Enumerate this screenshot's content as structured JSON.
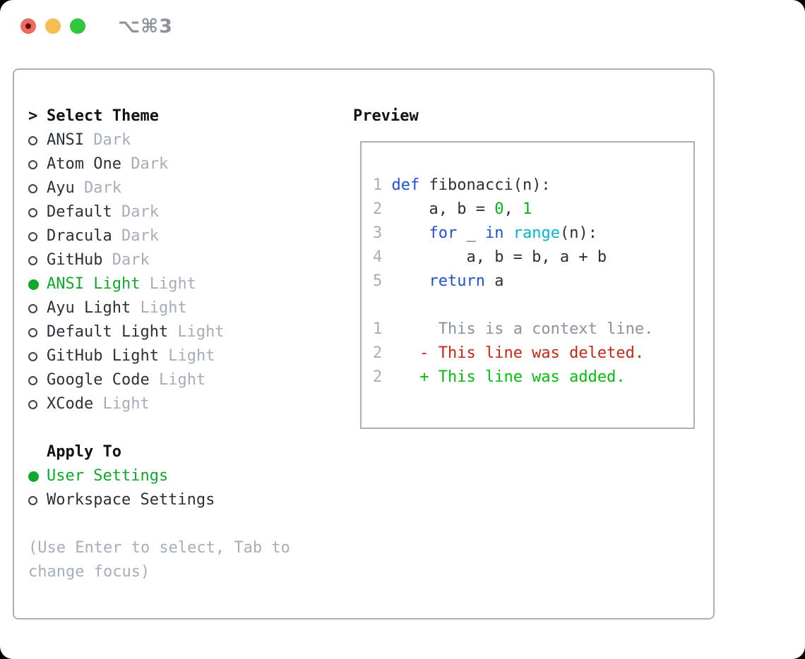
{
  "titlebar": {
    "shortcut": "⌥⌘3",
    "buttons": [
      "close",
      "minimize",
      "zoom"
    ]
  },
  "theme_list": {
    "prompt": ">",
    "title": "Select Theme",
    "items": [
      {
        "name": "ANSI",
        "tag": "Dark",
        "selected": false
      },
      {
        "name": "Atom One",
        "tag": "Dark",
        "selected": false
      },
      {
        "name": "Ayu",
        "tag": "Dark",
        "selected": false
      },
      {
        "name": "Default",
        "tag": "Dark",
        "selected": false
      },
      {
        "name": "Dracula",
        "tag": "Dark",
        "selected": false
      },
      {
        "name": "GitHub",
        "tag": "Dark",
        "selected": false
      },
      {
        "name": "ANSI Light",
        "tag": "Light",
        "selected": true
      },
      {
        "name": "Ayu Light",
        "tag": "Light",
        "selected": false
      },
      {
        "name": "Default Light",
        "tag": "Light",
        "selected": false
      },
      {
        "name": "GitHub Light",
        "tag": "Light",
        "selected": false
      },
      {
        "name": "Google Code",
        "tag": "Light",
        "selected": false
      },
      {
        "name": "XCode",
        "tag": "Light",
        "selected": false
      }
    ]
  },
  "apply_to": {
    "title": "Apply To",
    "items": [
      {
        "name": "User Settings",
        "selected": true
      },
      {
        "name": "Workspace Settings",
        "selected": false
      }
    ]
  },
  "hint": {
    "line1": "(Use Enter to select, Tab to",
    "line2": "change focus)"
  },
  "preview": {
    "title": "Preview",
    "code_lines": [
      {
        "num": "1",
        "tokens": [
          {
            "c": "kw",
            "t": "def"
          },
          {
            "c": "p",
            "t": " fibonacci(n):"
          }
        ]
      },
      {
        "num": "2",
        "tokens": [
          {
            "c": "p",
            "t": "    a, b = "
          },
          {
            "c": "num",
            "t": "0"
          },
          {
            "c": "p",
            "t": ", "
          },
          {
            "c": "num",
            "t": "1"
          }
        ]
      },
      {
        "num": "3",
        "tokens": [
          {
            "c": "p",
            "t": "    "
          },
          {
            "c": "kw",
            "t": "for"
          },
          {
            "c": "p",
            "t": " _ "
          },
          {
            "c": "kw",
            "t": "in"
          },
          {
            "c": "p",
            "t": " "
          },
          {
            "c": "fn",
            "t": "range"
          },
          {
            "c": "p",
            "t": "(n):"
          }
        ]
      },
      {
        "num": "4",
        "tokens": [
          {
            "c": "p",
            "t": "        a, b = b, a + b"
          }
        ]
      },
      {
        "num": "5",
        "tokens": [
          {
            "c": "p",
            "t": "    "
          },
          {
            "c": "kw",
            "t": "return"
          },
          {
            "c": "p",
            "t": " a"
          }
        ]
      }
    ],
    "diff_lines": [
      {
        "num": "1",
        "marker": " ",
        "text": "This is a context line.",
        "type": "context"
      },
      {
        "num": "2",
        "marker": "-",
        "text": "This line was deleted.",
        "type": "del"
      },
      {
        "num": "2",
        "marker": "+",
        "text": "This line was added.",
        "type": "add"
      }
    ]
  },
  "colors": {
    "accent_green": "#10a82e",
    "muted_gray": "#a6aeb9",
    "text_dark": "#2b3138",
    "header_black": "#101318",
    "border_gray": "#a9b2bc",
    "keyword_blue": "#2150d0",
    "builtin_cyan": "#00b5c8",
    "number_green": "#02b31c",
    "diff_added_green": "#00bd10",
    "diff_deleted_red": "#c3271a",
    "diff_context_gray": "#8b939c",
    "line_number_gray": "#a6aeb9",
    "traffic_red": "#ee6a5f",
    "traffic_yellow": "#f6be50",
    "traffic_green": "#32c63e",
    "shortcut_gray": "#8e9399"
  }
}
